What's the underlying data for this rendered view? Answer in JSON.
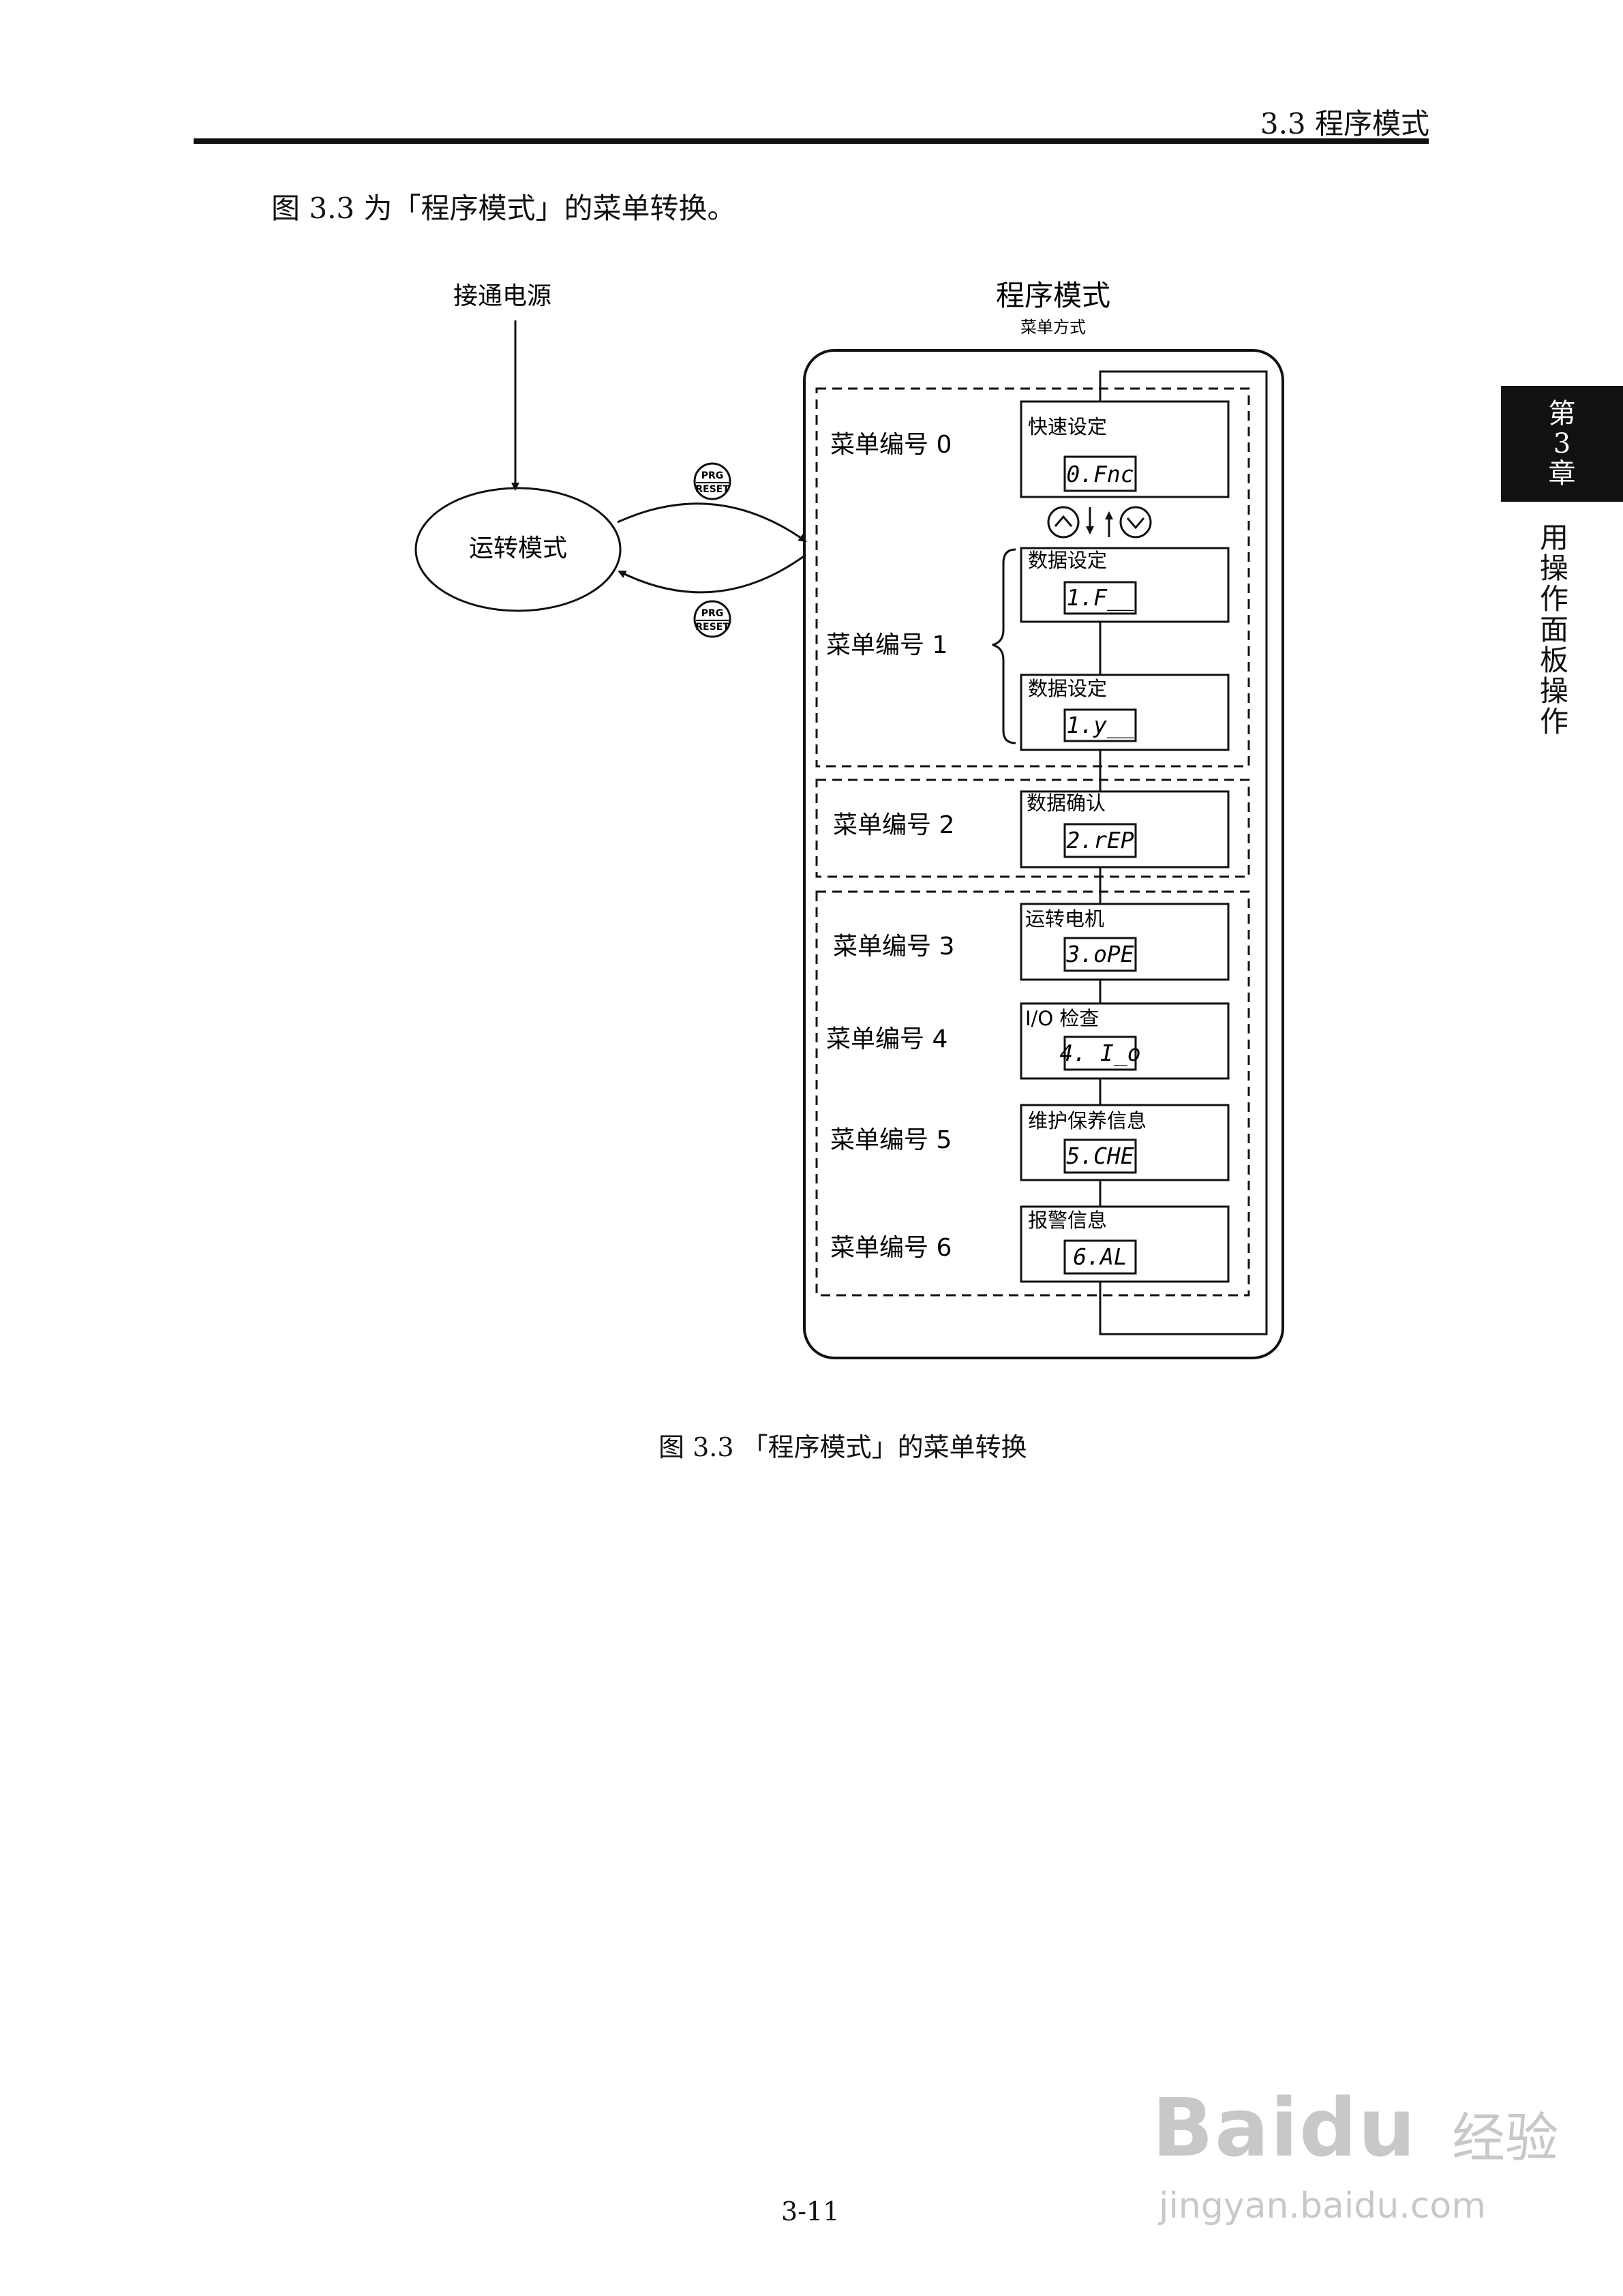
{
  "header": {
    "title": "3.3 程序模式"
  },
  "intro": "图 3.3 为「程序模式」的菜单转换。",
  "chapter_tab": {
    "line1": "第",
    "line2": "3",
    "line3": "章",
    "subtitle": [
      "用",
      "操",
      "作",
      "面",
      "板",
      "操",
      "作"
    ]
  },
  "diagram": {
    "power_on": "接通电源",
    "run_mode": "运转模式",
    "program_mode_title": "程序模式",
    "program_mode_subtitle": "菜单方式",
    "prg_button": {
      "top": "PRG",
      "bottom": "RESET"
    },
    "menus": [
      {
        "label": "菜单编号 0",
        "items": [
          {
            "title": "快速设定",
            "display": "0.Fnc"
          }
        ]
      },
      {
        "label": "菜单编号 1",
        "items": [
          {
            "title": "数据设定",
            "display": "1.F__"
          },
          {
            "title": "数据设定",
            "display": "1.y__"
          }
        ]
      },
      {
        "label": "菜单编号 2",
        "items": [
          {
            "title": "数据确认",
            "display": "2.rEP"
          }
        ]
      },
      {
        "label": "菜单编号 3",
        "items": [
          {
            "title": "运转电机",
            "display": "3.oPE"
          }
        ]
      },
      {
        "label": "菜单编号 4",
        "items": [
          {
            "title": "I/O 检查",
            "display": "4. I_o"
          }
        ]
      },
      {
        "label": "菜单编号 5",
        "items": [
          {
            "title": "维护保养信息",
            "display": "5.CHE"
          }
        ]
      },
      {
        "label": "菜单编号 6",
        "items": [
          {
            "title": "报警信息",
            "display": "6.AL"
          }
        ]
      }
    ]
  },
  "caption": "图 3.3 「程序模式」的菜单转换",
  "page_number": "3-11",
  "watermark": {
    "brand": "Baidu",
    "product": "经验",
    "url": "jingyan.baidu.com"
  }
}
